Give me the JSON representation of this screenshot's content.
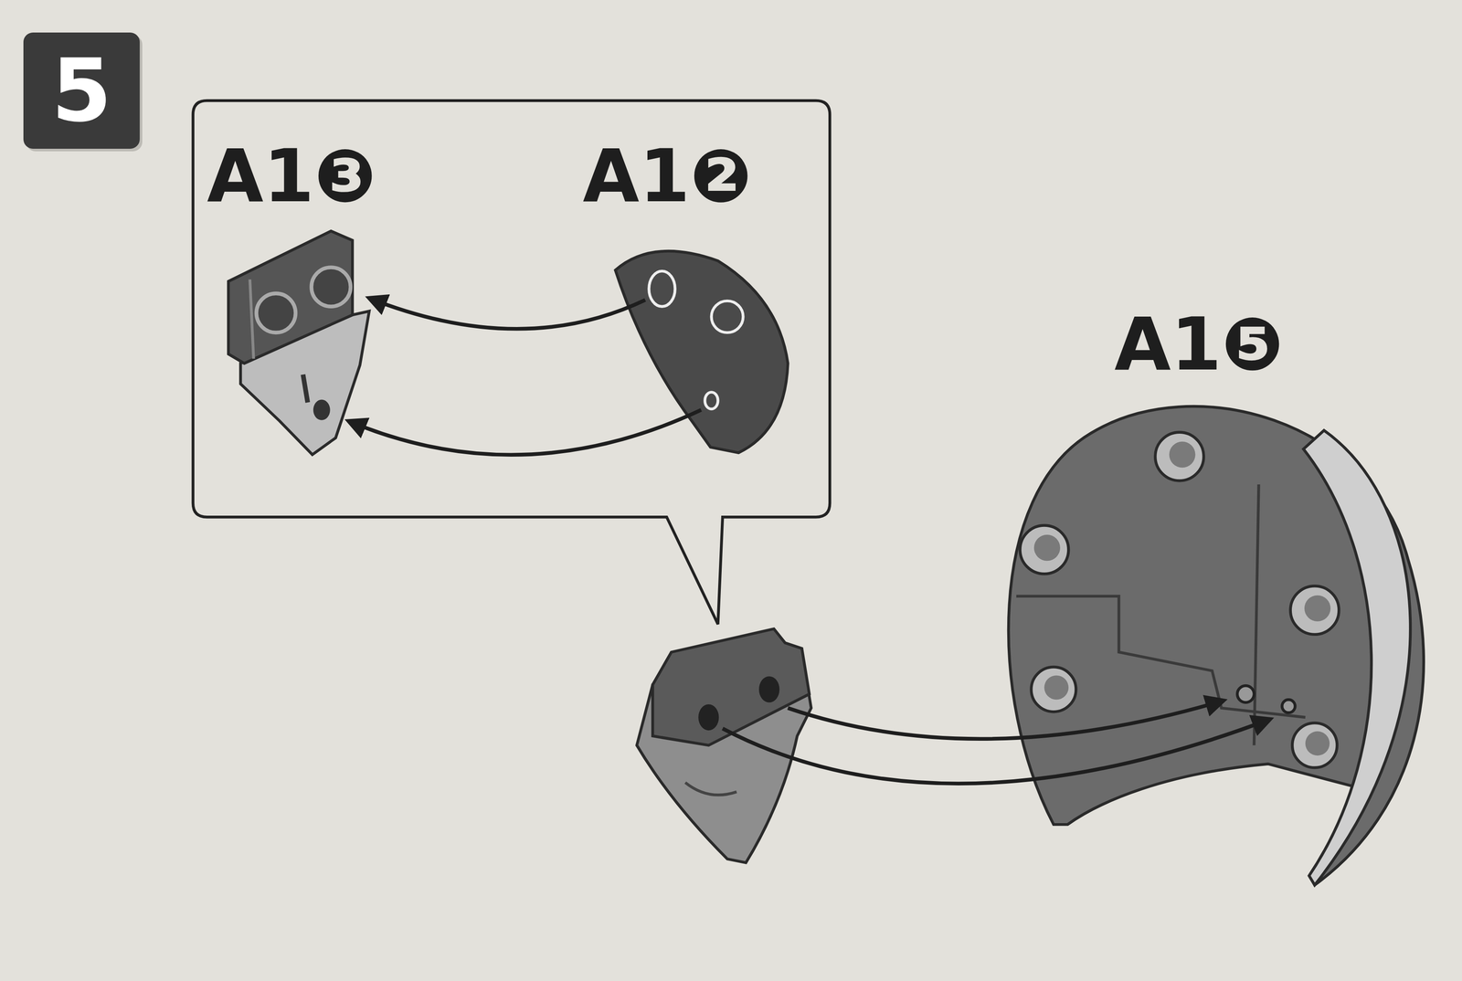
{
  "diagram": {
    "nodes": [
      {
        "text": [
          "5"
        ]
      }
    ],
    "labels": [
      "A1❸",
      "A1❷",
      "A1❺"
    ]
  }
}
